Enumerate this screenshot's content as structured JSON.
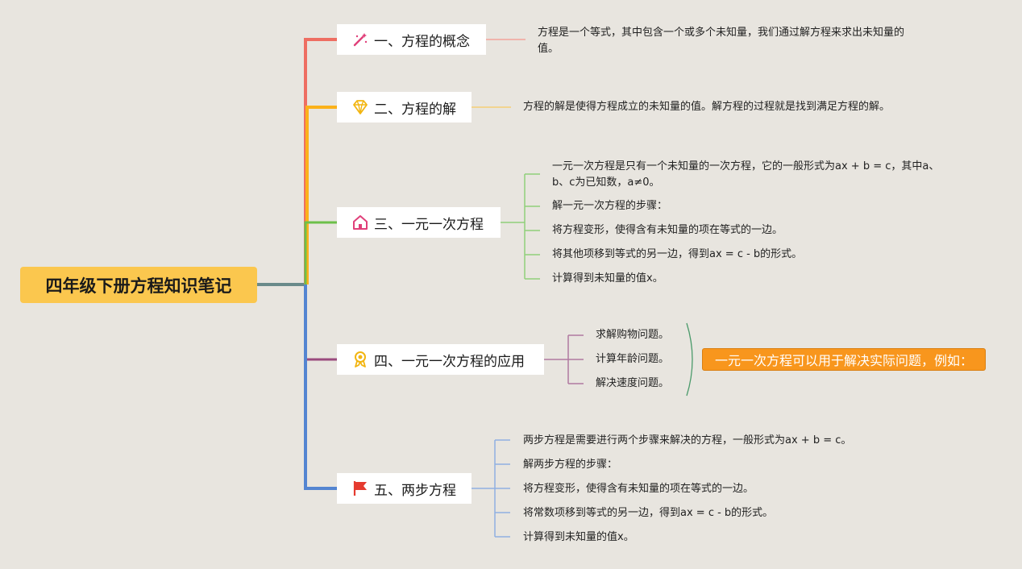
{
  "root": {
    "title": "四年级下册方程知识笔记"
  },
  "colors": {
    "t1": "#ee6e62",
    "t2": "#fbb11a",
    "t3": "#6cc04a",
    "t4": "#9a4a7e",
    "t5": "#5485d1",
    "root": "#fbc74e",
    "callout": "#f8961d"
  },
  "topics": [
    {
      "label": "一、方程的概念",
      "icon": "magic-wand-icon",
      "notes": [
        "方程是一个等式，其中包含一个或多个未知量，我们通过解方程来求出未知量的",
        "值。"
      ]
    },
    {
      "label": "二、方程的解",
      "icon": "diamond-icon",
      "notes": [
        "方程的解是使得方程成立的未知量的值。解方程的过程就是找到满足方程的解。"
      ]
    },
    {
      "label": "三、一元一次方程",
      "icon": "home-icon",
      "notes": [
        "一元一次方程是只有一个未知量的一次方程，它的一般形式为ax + b = c，其中a、",
        "b、c为已知数，a≠0。",
        "解一元一次方程的步骤：",
        "将方程变形，使得含有未知量的项在等式的一边。",
        "将其他项移到等式的另一边，得到ax = c - b的形式。",
        "计算得到未知量的值x。"
      ]
    },
    {
      "label": "四、一元一次方程的应用",
      "icon": "award-icon",
      "notes": [
        "求解购物问题。",
        "计算年龄问题。",
        "解决速度问题。"
      ],
      "callout": "一元一次方程可以用于解决实际问题，例如："
    },
    {
      "label": "五、两步方程",
      "icon": "flag-icon",
      "notes": [
        "两步方程是需要进行两个步骤来解决的方程，一般形式为ax + b = c。",
        "解两步方程的步骤：",
        "将方程变形，使得含有未知量的项在等式的一边。",
        "将常数项移到等式的另一边，得到ax = c - b的形式。",
        "计算得到未知量的值x。"
      ]
    }
  ]
}
